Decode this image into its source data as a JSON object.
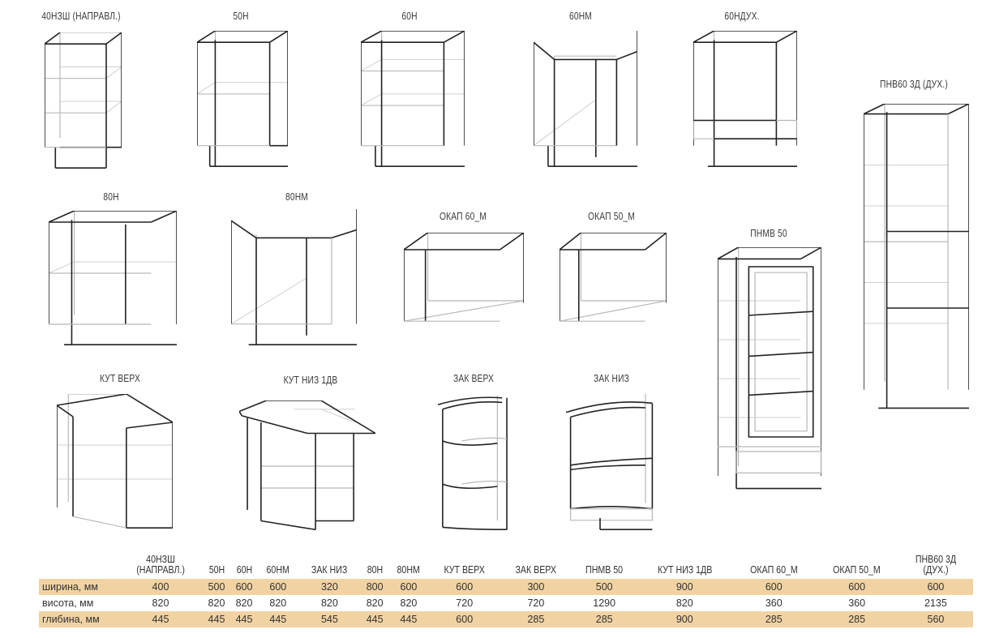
{
  "cabinets": [
    {
      "id": "c1",
      "label": "40НЗШ (НАПРАВЛ.)"
    },
    {
      "id": "c2",
      "label": "50Н"
    },
    {
      "id": "c3",
      "label": "60Н"
    },
    {
      "id": "c4",
      "label": "60НМ"
    },
    {
      "id": "c5",
      "label": "60НДУХ."
    },
    {
      "id": "c6",
      "label": "ПНВ60 3Д (ДУХ.)"
    },
    {
      "id": "c7",
      "label": "80Н"
    },
    {
      "id": "c8",
      "label": "80НМ"
    },
    {
      "id": "c9",
      "label": "ОКАП 60_М"
    },
    {
      "id": "c10",
      "label": "ОКАП 50_М"
    },
    {
      "id": "c11",
      "label": "ПНМВ 50"
    },
    {
      "id": "c12",
      "label": "КУТ ВЕРХ"
    },
    {
      "id": "c13",
      "label": "КУТ НИЗ 1ДВ"
    },
    {
      "id": "c14",
      "label": "ЗАК ВЕРХ"
    },
    {
      "id": "c15",
      "label": "ЗАК НИЗ"
    }
  ],
  "table": {
    "headers": [
      "40НЗШ (НАПРАВЛ.)",
      "50Н",
      "60Н",
      "60НМ",
      "ЗАК НИЗ",
      "80Н",
      "80НМ",
      "КУТ ВЕРХ",
      "ЗАК ВЕРХ",
      "ПНМВ 50",
      "КУТ НИЗ 1ДВ",
      "ОКАП 60_М",
      "ОКАП 50_М",
      "ПНВ60 3Д (ДУХ.)"
    ],
    "rows": [
      {
        "label": "ширина, мм",
        "values": [
          "400",
          "500",
          "600",
          "600",
          "320",
          "800",
          "600",
          "600",
          "300",
          "500",
          "900",
          "600",
          "600",
          "600"
        ]
      },
      {
        "label": "висота, мм",
        "values": [
          "820",
          "820",
          "820",
          "820",
          "820",
          "820",
          "820",
          "720",
          "720",
          "1290",
          "820",
          "360",
          "360",
          "2135"
        ]
      },
      {
        "label": "глибина, мм",
        "values": [
          "445",
          "445",
          "445",
          "445",
          "545",
          "445",
          "445",
          "600",
          "285",
          "285",
          "900",
          "285",
          "285",
          "560"
        ]
      }
    ]
  }
}
